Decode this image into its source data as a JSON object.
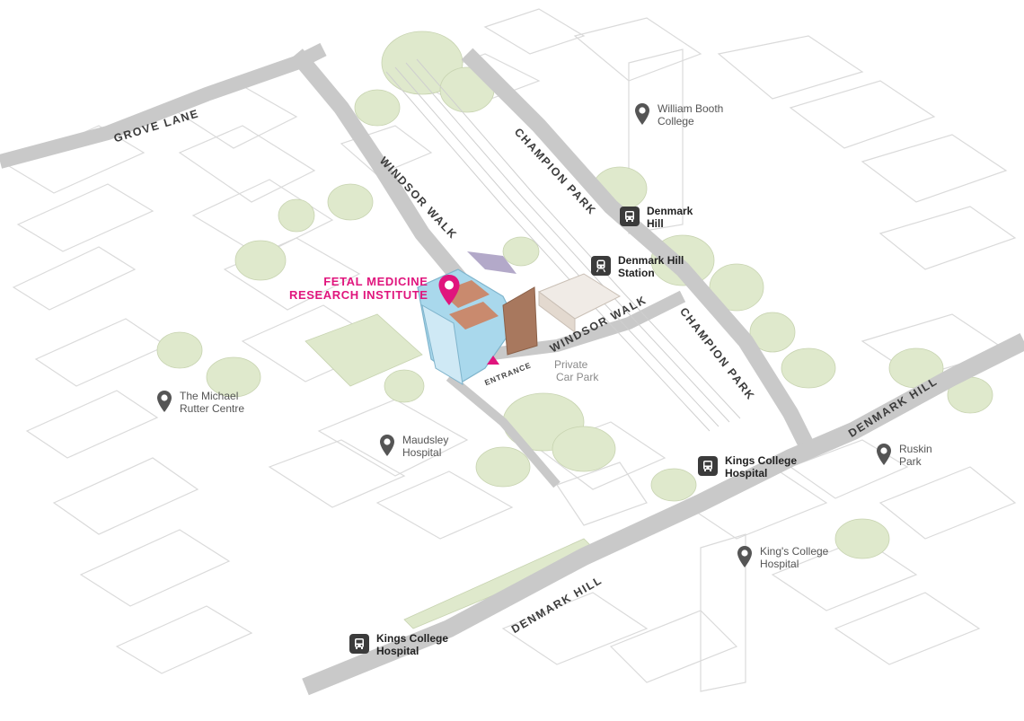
{
  "map": {
    "roads": {
      "grove_lane": "GROVE LANE",
      "windsor_walk_upper": "WINDSOR WALK",
      "windsor_walk_lower": "WINDSOR WALK",
      "champion_park_upper": "CHAMPION PARK",
      "champion_park_lower": "CHAMPION PARK",
      "denmark_hill_lower": "DENMARK HILL",
      "denmark_hill_right": "DENMARK HILL"
    },
    "feature": {
      "line1": "FETAL MEDICINE",
      "line2": "RESEARCH INSTITUTE",
      "color": "#e0157d"
    },
    "entrance_label": "ENTRANCE",
    "car_park": {
      "line1": "Private",
      "line2": "Car Park"
    },
    "places": [
      {
        "name": "william-booth-college",
        "line1": "William Booth",
        "line2": "College",
        "icon": "location-pin-icon"
      },
      {
        "name": "michael-rutter-centre",
        "line1": "The Michael",
        "line2": "Rutter Centre",
        "icon": "location-pin-icon"
      },
      {
        "name": "maudsley-hospital",
        "line1": "Maudsley",
        "line2": "Hospital",
        "icon": "location-pin-icon"
      },
      {
        "name": "ruskin-park",
        "line1": "Ruskin",
        "line2": "Park",
        "icon": "location-pin-icon"
      },
      {
        "name": "kings-college-hospital-place",
        "line1": "King's College",
        "line2": "Hospital",
        "icon": "location-pin-icon"
      }
    ],
    "transit": [
      {
        "name": "bus-stop-denmark-hill",
        "line1": "Denmark",
        "line2": "Hill",
        "icon": "bus-icon"
      },
      {
        "name": "denmark-hill-station",
        "line1": "Denmark Hill",
        "line2": "Station",
        "icon": "train-icon"
      },
      {
        "name": "bus-stop-kings-college-hospital-upper",
        "line1": "Kings College",
        "line2": "Hospital",
        "icon": "bus-icon"
      },
      {
        "name": "bus-stop-kings-college-hospital-lower",
        "line1": "Kings College",
        "line2": "Hospital",
        "icon": "bus-icon"
      }
    ],
    "colors": {
      "road": "#c9c9c9",
      "greenery": "#dde8c8",
      "building_outline": "#d2d2d2",
      "feature_building": "#a9d8ec",
      "icon_dark": "#3b3b3b",
      "pin_grey": "#555555"
    }
  }
}
